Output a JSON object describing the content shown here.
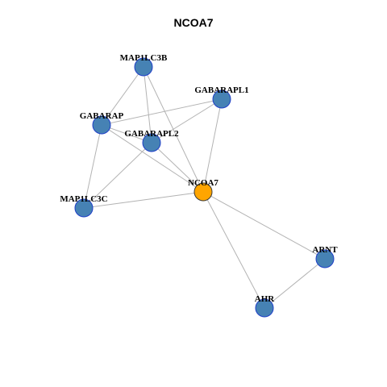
{
  "title": "NCOA7",
  "colors": {
    "node": "#4682B4",
    "node_border": "#1F3FC8",
    "center_node": "#FFA500",
    "center_border": "#3a3a3a",
    "edge": "#B3B3B3"
  },
  "nodes": [
    {
      "id": "MAP1LC3B",
      "label": "MAP1LC3B",
      "center": false
    },
    {
      "id": "GABARAPL1",
      "label": "GABARAPL1",
      "center": false
    },
    {
      "id": "GABARAP",
      "label": "GABARAP",
      "center": false
    },
    {
      "id": "GABARAPL2",
      "label": "GABARAPL2",
      "center": false
    },
    {
      "id": "NCOA7",
      "label": "NCOA7",
      "center": true
    },
    {
      "id": "MAP1LC3C",
      "label": "MAP1LC3C",
      "center": false
    },
    {
      "id": "ARNT",
      "label": "ARNT",
      "center": false
    },
    {
      "id": "AHR",
      "label": "AHR",
      "center": false
    }
  ],
  "edges": [
    [
      "MAP1LC3B",
      "GABARAP"
    ],
    [
      "MAP1LC3B",
      "GABARAPL2"
    ],
    [
      "MAP1LC3B",
      "NCOA7"
    ],
    [
      "GABARAPL1",
      "GABARAP"
    ],
    [
      "GABARAPL1",
      "GABARAPL2"
    ],
    [
      "GABARAPL1",
      "NCOA7"
    ],
    [
      "GABARAP",
      "GABARAPL2"
    ],
    [
      "GABARAP",
      "NCOA7"
    ],
    [
      "GABARAP",
      "MAP1LC3C"
    ],
    [
      "GABARAPL2",
      "NCOA7"
    ],
    [
      "GABARAPL2",
      "MAP1LC3C"
    ],
    [
      "MAP1LC3C",
      "NCOA7"
    ],
    [
      "NCOA7",
      "ARNT"
    ],
    [
      "NCOA7",
      "AHR"
    ],
    [
      "ARNT",
      "AHR"
    ]
  ]
}
